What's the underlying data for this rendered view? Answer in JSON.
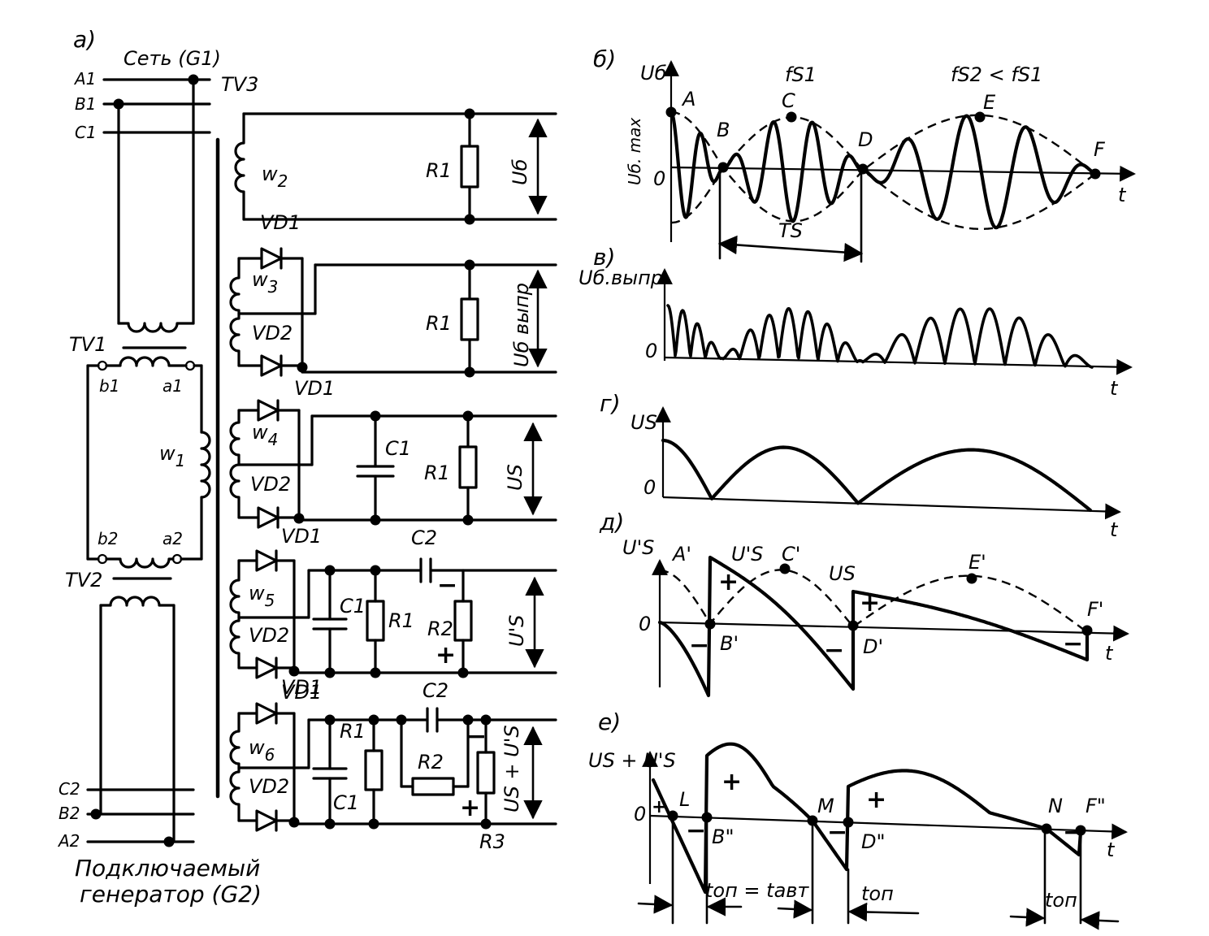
{
  "panels": {
    "a": "а)",
    "b": "б)",
    "v": "в)",
    "g": "г)",
    "d": "д)",
    "e": "е)"
  },
  "circuit": {
    "grid_label": "Сеть (G1)",
    "generator_label_line1": "Подключаемый",
    "generator_label_line2": "генератор (G2)",
    "phases_top": [
      "A1",
      "B1",
      "C1"
    ],
    "phases_bottom": [
      "C2",
      "B2",
      "A2"
    ],
    "tv1": "TV1",
    "tv2": "TV2",
    "tv3": "TV3",
    "b1": "b1",
    "a1": "a1",
    "b2": "b2",
    "a2": "a2",
    "w1": "w",
    "w1_sub": "1",
    "w2": "w",
    "w2_sub": "2",
    "w3": "w",
    "w3_sub": "3",
    "w4": "w",
    "w4_sub": "4",
    "w5": "w",
    "w5_sub": "5",
    "w6": "w",
    "w6_sub": "6",
    "vd1": "VD1",
    "vd2": "VD2",
    "r1": "R1",
    "r2": "R2",
    "r3": "R3",
    "c1": "C1",
    "c2": "C2",
    "out1": "Uб",
    "out2": "Uб выпр",
    "out3": "US",
    "out4": "U'S",
    "out5": "US + U'S",
    "plus": "+",
    "minus": "−"
  },
  "graphs": {
    "b": {
      "ylabel": "Uб",
      "ymax_label": "Uб. max",
      "zero": "0",
      "t": "t",
      "fs1": "fS1",
      "fs2": "fS2 < fS1",
      "Ts": "TS",
      "points": [
        "A",
        "B",
        "C",
        "D",
        "E",
        "F"
      ]
    },
    "v": {
      "ylabel": "Uб.выпр",
      "zero": "0",
      "t": "t"
    },
    "g": {
      "ylabel": "US",
      "zero": "0",
      "t": "t"
    },
    "d": {
      "ylabel": "U'S",
      "label_us_prime": "U'S",
      "label_us": "US",
      "zero": "0",
      "t": "t",
      "points": [
        "A'",
        "B'",
        "C'",
        "D'",
        "E'",
        "F'"
      ]
    },
    "e": {
      "ylabel": "US + U'S",
      "zero": "0",
      "t": "t",
      "points": [
        "L",
        "B\"",
        "M",
        "D\"",
        "N",
        "F\""
      ],
      "t_op_aut": "tоп = tавт",
      "t_op": "tоп",
      "t_op2": "tоп"
    }
  }
}
